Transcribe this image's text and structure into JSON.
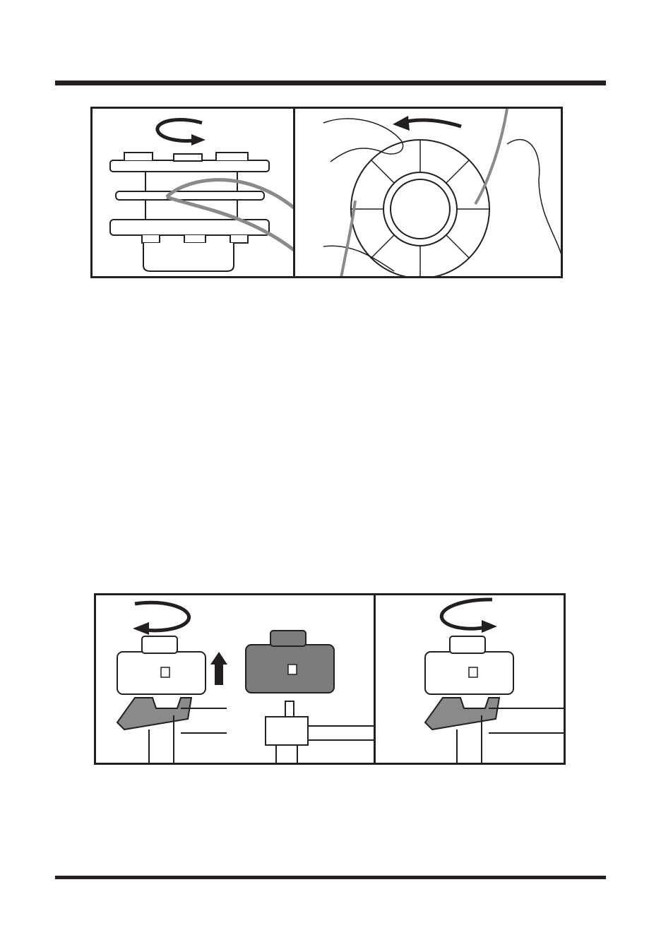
{
  "page": {
    "background": "#ffffff",
    "ink_color": "#231f20",
    "line_color": "#8a8a8a",
    "shade_color": "#7c7c7c"
  },
  "figures": [
    {
      "id": "spool-rewind-figure",
      "panels": [
        "spool-winding-side-view",
        "spool-winding-hands-view"
      ],
      "icons": [
        "counter-clockwise-arrow-icon",
        "left-arrow-icon"
      ]
    },
    {
      "id": "head-mount-figure",
      "panels": [
        "head-removal-view",
        "head-install-view"
      ],
      "icons": [
        "counter-clockwise-arrow-icon",
        "up-arrow-icon",
        "clockwise-arrow-icon"
      ]
    }
  ]
}
